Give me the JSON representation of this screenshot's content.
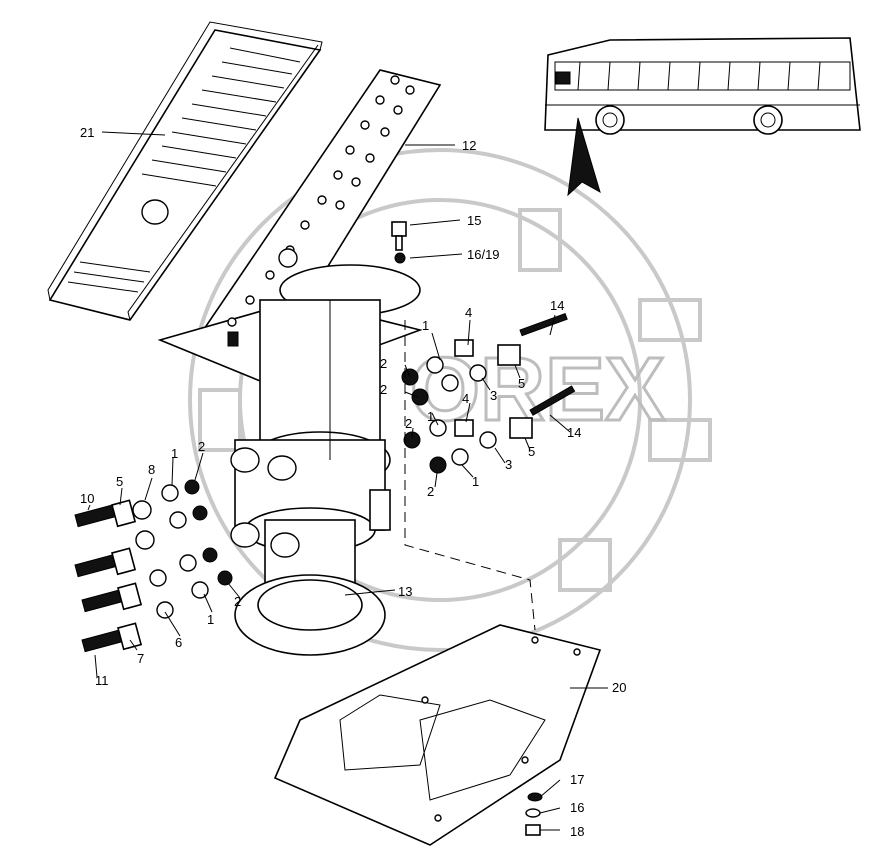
{
  "watermark": {
    "text": "OREX"
  },
  "callouts": [
    {
      "key": "c21",
      "label": "21"
    },
    {
      "key": "c12",
      "label": "12"
    },
    {
      "key": "c15",
      "label": "15"
    },
    {
      "key": "c1619",
      "label": "16/19"
    },
    {
      "key": "c14a",
      "label": "14"
    },
    {
      "key": "c14b",
      "label": "14"
    },
    {
      "key": "c1a",
      "label": "1"
    },
    {
      "key": "c4a",
      "label": "4"
    },
    {
      "key": "c2a",
      "label": "2"
    },
    {
      "key": "c2b",
      "label": "2"
    },
    {
      "key": "c3a",
      "label": "3"
    },
    {
      "key": "c5a",
      "label": "5"
    },
    {
      "key": "c1b",
      "label": "1"
    },
    {
      "key": "c4b",
      "label": "4"
    },
    {
      "key": "c2c",
      "label": "2"
    },
    {
      "key": "c3b",
      "label": "3"
    },
    {
      "key": "c5b",
      "label": "5"
    },
    {
      "key": "c2d",
      "label": "2"
    },
    {
      "key": "c1c",
      "label": "1"
    },
    {
      "key": "c10",
      "label": "10"
    },
    {
      "key": "c5c",
      "label": "5"
    },
    {
      "key": "c8",
      "label": "8"
    },
    {
      "key": "c1d",
      "label": "1"
    },
    {
      "key": "c2e",
      "label": "2"
    },
    {
      "key": "c2f",
      "label": "2"
    },
    {
      "key": "c1e",
      "label": "1"
    },
    {
      "key": "c6",
      "label": "6"
    },
    {
      "key": "c7",
      "label": "7"
    },
    {
      "key": "c11",
      "label": "11"
    },
    {
      "key": "c13",
      "label": "13"
    },
    {
      "key": "c20",
      "label": "20"
    },
    {
      "key": "c17",
      "label": "17"
    },
    {
      "key": "c16",
      "label": "16"
    },
    {
      "key": "c18",
      "label": "18"
    }
  ]
}
